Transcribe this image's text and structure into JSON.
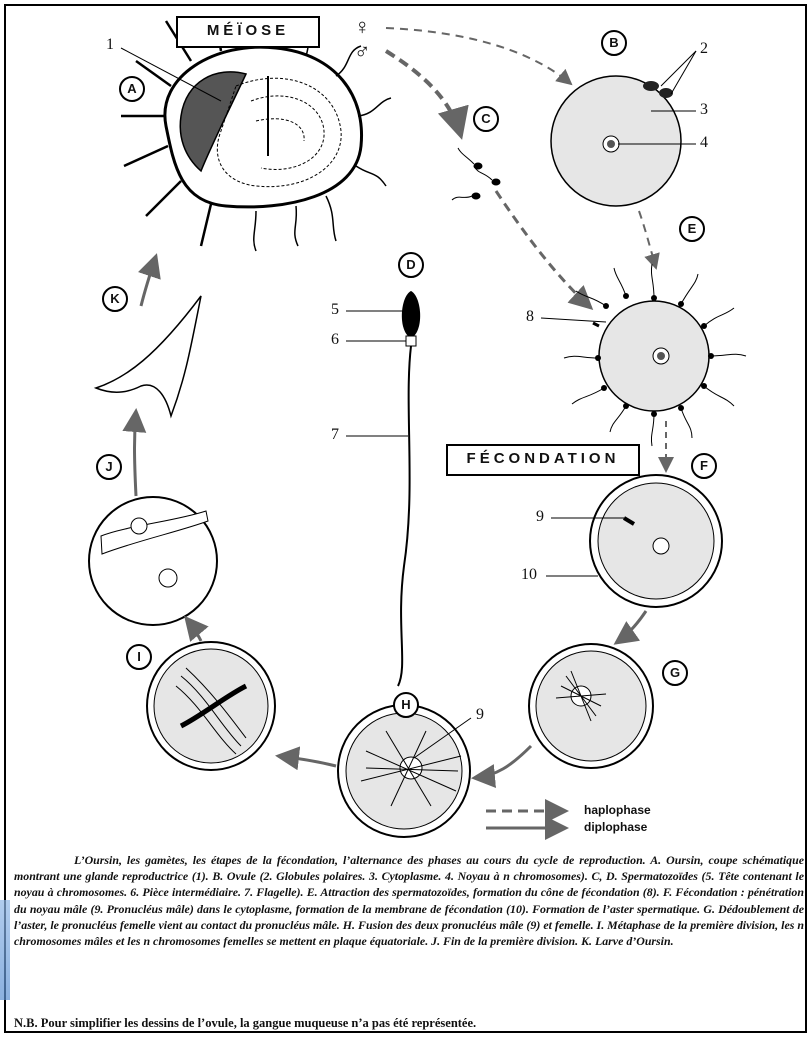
{
  "titles": {
    "meiose": "MÉÏOSE",
    "fecondation": "FÉCONDATION"
  },
  "symbols": {
    "female": "♀",
    "male": "♂"
  },
  "stage_letters": [
    "A",
    "B",
    "C",
    "D",
    "E",
    "F",
    "G",
    "H",
    "I",
    "J",
    "K"
  ],
  "number_labels": [
    "1",
    "2",
    "3",
    "4",
    "5",
    "6",
    "7",
    "8",
    "9",
    "10",
    "9"
  ],
  "legend": {
    "dashed": "haplophase",
    "solid": "diplophase"
  },
  "caption": "L’Oursin, les gamètes, les étapes de la fécondation, l’alternance des phases au cours du cycle de reproduction. A. Oursin, coupe schématique montrant une glande reproductrice (1). B. Ovule (2. Globules polaires. 3. Cytoplasme. 4. Noyau à n chromosomes). C, D. Spermatozoïdes (5. Tête contenant le noyau à chromosomes. 6. Pièce intermédiaire. 7. Flagelle). E. Attraction des spermatozoïdes, formation du cône de fécondation (8). F. Fécondation : pénétration du noyau mâle (9. Pronucléus mâle) dans le cytoplasme, formation de la membrane de fécondation (10). Formation de l’aster spermatique. G. Dédoublement de l’aster, le pronucléus femelle vient au contact du pronucléus mâle. H. Fusion des deux pronucléus mâle (9) et femelle. I. Métaphase de la première division, les n chromosomes mâles et les n chromosomes femelles se mettent en plaque équatoriale. J. Fin de la première division. K. Larve d’Oursin.",
  "note": "N.B. Pour simplifier les dessins de l’ovule, la gangue muqueuse n’a pas été représentée."
}
